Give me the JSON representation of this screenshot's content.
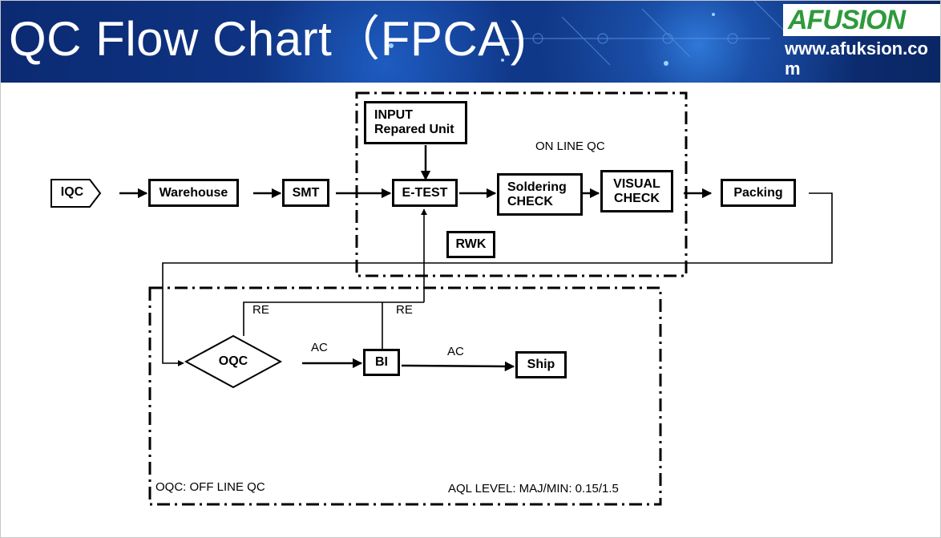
{
  "header": {
    "title": "QC Flow Chart（FPCA)",
    "logo": "AFUSION",
    "website": "www.afuksion.com"
  },
  "nodes": {
    "iqc": "IQC",
    "warehouse": "Warehouse",
    "smt": "SMT",
    "input": "INPUT\nRepared Unit",
    "etest": "E-TEST",
    "soldering": "Soldering\nCHECK",
    "visual": "VISUAL\nCHECK",
    "packing": "Packing",
    "rwk": "RWK",
    "oqc": "OQC",
    "bi": "BI",
    "ship": "Ship"
  },
  "labels": {
    "online_qc": "ON LINE QC",
    "re1": "RE",
    "re2": "RE",
    "ac1": "AC",
    "ac2": "AC",
    "offline_qc": "OQC:  OFF LINE QC",
    "aql": "AQL LEVEL:  MAJ/MIN: 0.15/1.5"
  },
  "colors": {
    "banner": "#113a8e",
    "logo_green": "#2e9a3c",
    "line": "#000000"
  }
}
